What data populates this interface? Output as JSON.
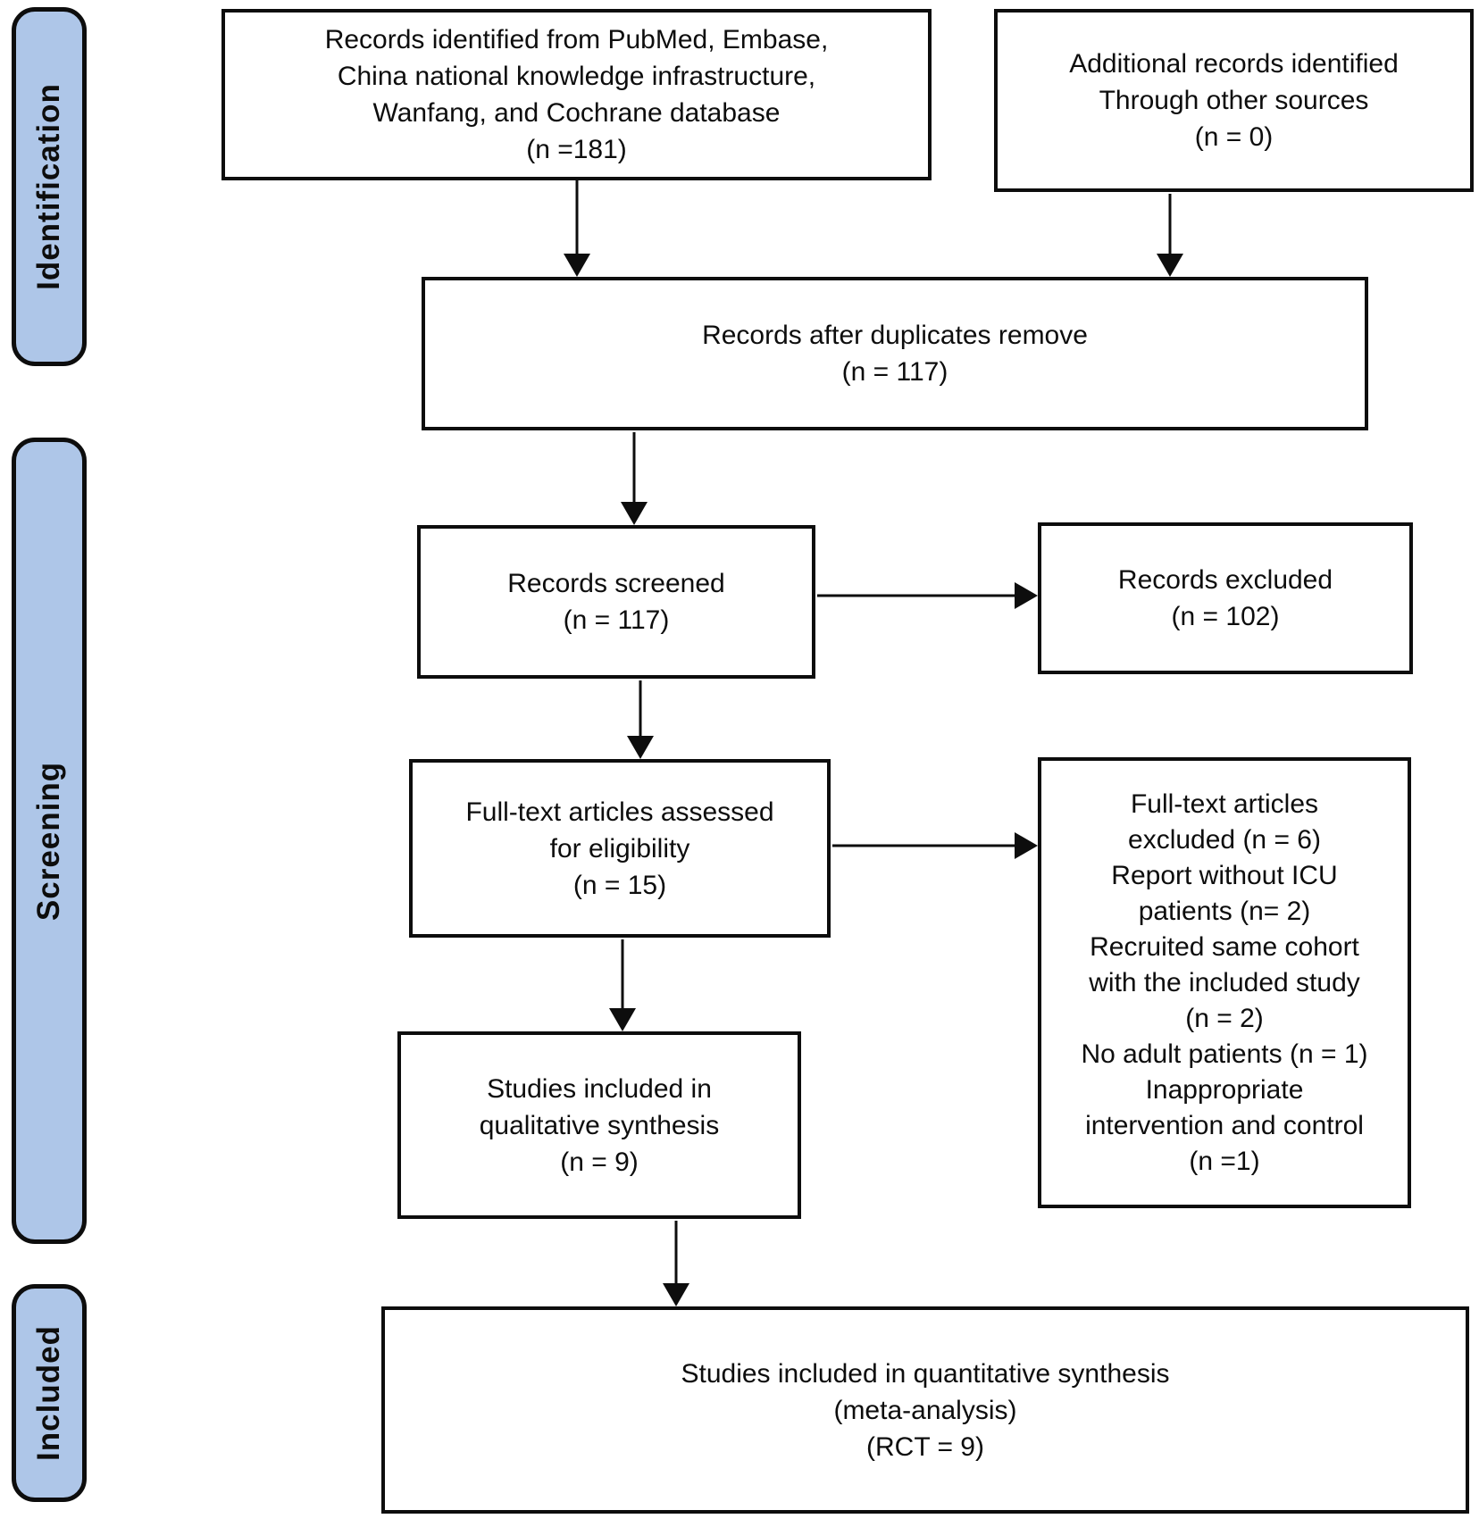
{
  "sidebar": {
    "identification": "Identification",
    "screening": "Screening",
    "included": "Included"
  },
  "boxes": {
    "records_identified": "Records identified from PubMed, Embase,\nChina national knowledge infrastructure,\nWanfang, and Cochrane database\n(n =181)",
    "additional_records": "Additional records identified\nThrough other sources\n(n = 0)",
    "duplicates_removed": "Records after duplicates remove\n(n = 117)",
    "records_screened": "Records screened\n(n = 117)",
    "records_excluded": "Records excluded\n(n = 102)",
    "fulltext_assessed": "Full-text articles assessed\nfor eligibility\n(n = 15)",
    "fulltext_excluded": "Full-text articles\nexcluded (n = 6)\nReport without ICU\npatients (n= 2)\nRecruited same cohort\nwith the included study\n(n = 2)\nNo adult patients (n = 1)\nInappropriate\nintervention and control\n(n =1)",
    "qualitative_synthesis": "Studies included in\nqualitative synthesis\n(n = 9)",
    "quantitative_synthesis": "Studies included in quantitative synthesis\n(meta-analysis)\n(RCT = 9)"
  },
  "colors": {
    "stage_label_fill": "#aec6e8",
    "box_fill": "#ffffff",
    "line_color": "#0d0d0d"
  }
}
